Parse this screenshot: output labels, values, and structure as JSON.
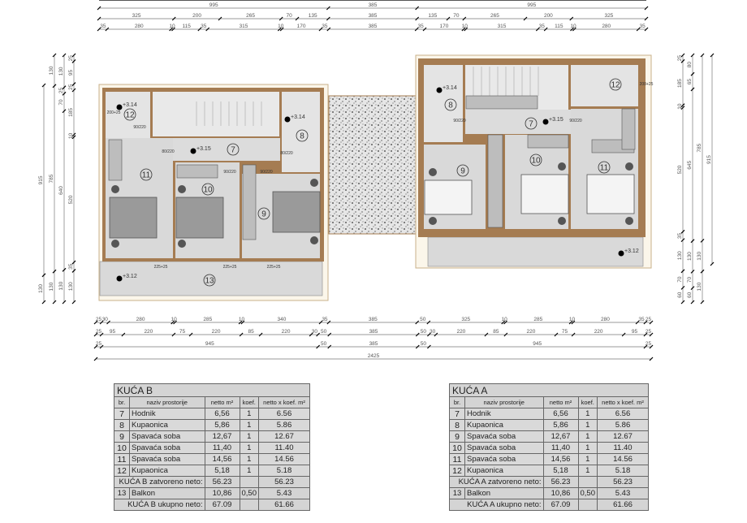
{
  "dimensions": {
    "top": [
      [
        "995",
        "385",
        "995"
      ],
      [
        "325",
        "200",
        "265",
        "70",
        "135",
        "385",
        "135",
        "70",
        "265",
        "200",
        "325"
      ],
      [
        "35",
        "280",
        "10",
        "115",
        "35",
        "315",
        "10",
        "170",
        "35",
        "385",
        "35",
        "170",
        "10",
        "315",
        "35",
        "115",
        "10",
        "280",
        "35"
      ]
    ],
    "bottom": [
      [
        "25",
        "30",
        "280",
        "10",
        "285",
        "10",
        "340",
        "35",
        "385",
        "50",
        "325",
        "10",
        "285",
        "10",
        "280",
        "35",
        "25"
      ],
      [
        "25",
        "95",
        "220",
        "75",
        "220",
        "85",
        "220",
        "30",
        "50",
        "385",
        "50",
        "30",
        "220",
        "85",
        "220",
        "75",
        "220",
        "95",
        "25"
      ],
      [
        "25",
        "945",
        "50",
        "385",
        "50",
        "945",
        "25"
      ],
      [
        "2425"
      ]
    ],
    "left": [
      [
        "915",
        "130"
      ],
      [
        "130",
        "785",
        "130"
      ],
      [
        "130",
        "25",
        "70",
        "640",
        "130"
      ],
      [
        "25",
        "95",
        "25",
        "185",
        "10",
        "520",
        "35",
        "130"
      ]
    ],
    "right": [
      [
        "25",
        "185",
        "10",
        "520",
        "35",
        "130",
        "70",
        "60"
      ],
      [
        "80",
        "65",
        "645",
        "130",
        "70",
        "60"
      ],
      [
        "785",
        "130",
        "130"
      ],
      [
        "915"
      ]
    ]
  },
  "plan_b": {
    "rooms": [
      "7",
      "8",
      "9",
      "10",
      "11",
      "12",
      "13"
    ],
    "levels": [
      "+3.14",
      "+3.14",
      "+3.15",
      "+3.12"
    ],
    "doors": [
      "80/220",
      "80/220",
      "90/220",
      "90/220",
      "90/220",
      "200+25",
      "225+25",
      "225+25",
      "225+25"
    ]
  },
  "plan_a": {
    "rooms": [
      "7",
      "8",
      "9",
      "10",
      "11",
      "12"
    ],
    "levels": [
      "+3.14",
      "+3.15",
      "+3.12"
    ],
    "doors": [
      "90/220",
      "90/220",
      "200+25"
    ]
  },
  "table_b": {
    "title": "KUĆA B",
    "headers": [
      "br.",
      "naziv prostorije",
      "netto m²",
      "koef.",
      "netto x koef. m²"
    ],
    "rows": [
      [
        "7",
        "Hodnik",
        "6,56",
        "1",
        "6.56"
      ],
      [
        "8",
        "Kupaonica",
        "5,86",
        "1",
        "5.86"
      ],
      [
        "9",
        "Spavaća soba",
        "12,67",
        "1",
        "12.67"
      ],
      [
        "10",
        "Spavaća soba",
        "11,40",
        "1",
        "11.40"
      ],
      [
        "11",
        "Spavaća soba",
        "14,56",
        "1",
        "14.56"
      ],
      [
        "12",
        "Kupaonica",
        "5,18",
        "1",
        "5.18"
      ]
    ],
    "closed_label": "KUĆA B zatvoreno neto:",
    "closed_netto": "56.23",
    "closed_total": "56.23",
    "balcony": [
      "13",
      "Balkon",
      "10,86",
      "0,50",
      "5.43"
    ],
    "total_label": "KUĆA B ukupno neto:",
    "total_netto": "67.09",
    "total_total": "61.66"
  },
  "table_a": {
    "title": "KUĆA A",
    "headers": [
      "br.",
      "naziv prostorije",
      "netto m²",
      "koef.",
      "netto x koef. m²"
    ],
    "rows": [
      [
        "7",
        "Hodnik",
        "6,56",
        "1",
        "6.56"
      ],
      [
        "8",
        "Kupaonica",
        "5,86",
        "1",
        "5.86"
      ],
      [
        "9",
        "Spavaća soba",
        "12,67",
        "1",
        "12.67"
      ],
      [
        "10",
        "Spavaća soba",
        "11,40",
        "1",
        "11.40"
      ],
      [
        "11",
        "Spavaća soba",
        "14,56",
        "1",
        "14.56"
      ],
      [
        "12",
        "Kupaonica",
        "5,18",
        "1",
        "5.18"
      ]
    ],
    "closed_label": "KUĆA A zatvoreno neto:",
    "closed_netto": "56.23",
    "closed_total": "56.23",
    "balcony": [
      "13",
      "Balkon",
      "10,86",
      "0,50",
      "5.43"
    ],
    "total_label": "KUĆA A ukupno neto:",
    "total_netto": "67.09",
    "total_total": "61.66"
  },
  "colors": {
    "wall": "#a57c52",
    "floor": "#d9d9d9",
    "bath": "#e4e4e4",
    "terrace": "#cfcfcf",
    "table": "#d4d4d4"
  }
}
